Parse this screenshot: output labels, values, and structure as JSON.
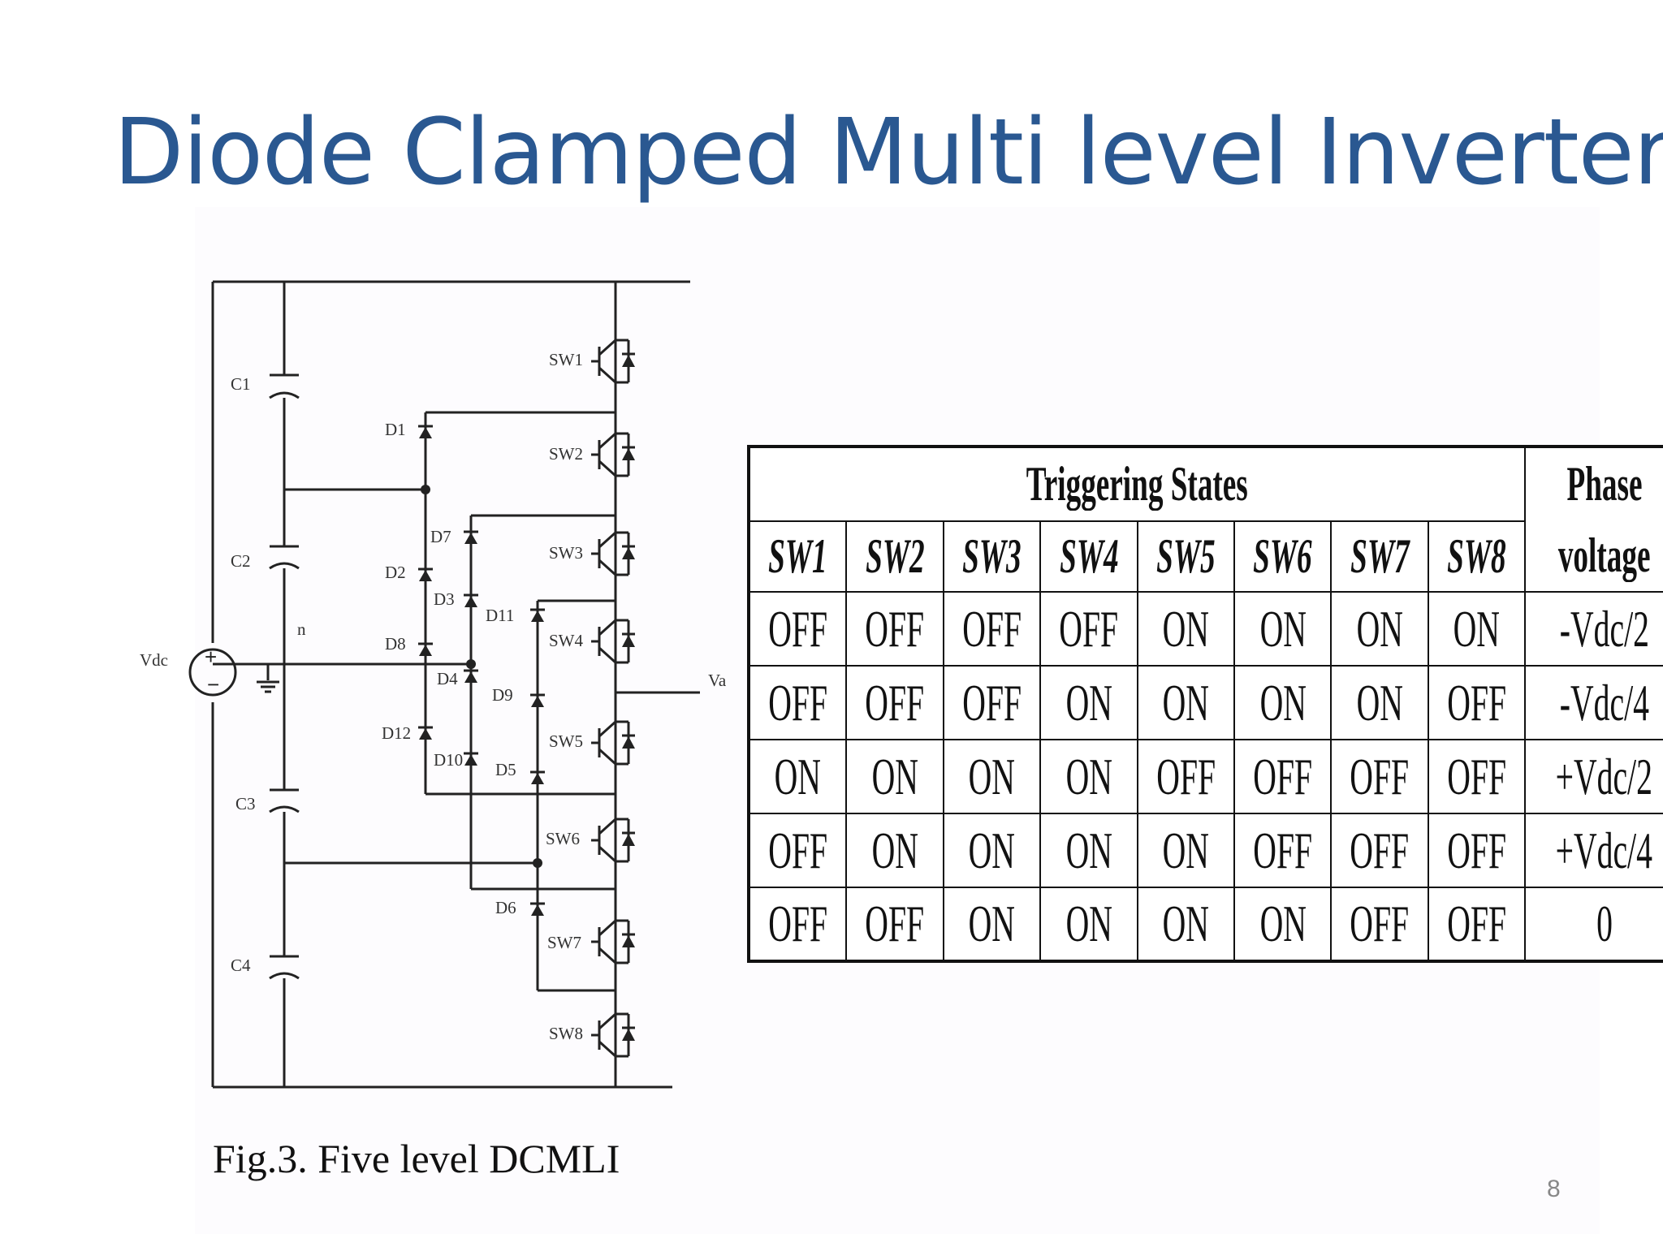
{
  "slide": {
    "title": "Diode Clamped Multi level Inverter",
    "page_number": "8"
  },
  "figure": {
    "caption": "Fig.3.  Five level DCMLI",
    "labels": {
      "source": "Vdc",
      "neutral": "n",
      "output": "Va",
      "capacitors": [
        "C1",
        "C2",
        "C3",
        "C4"
      ],
      "switches": [
        "SW1",
        "SW2",
        "SW3",
        "SW4",
        "SW5",
        "SW6",
        "SW7",
        "SW8"
      ],
      "diodes": [
        "D1",
        "D2",
        "D3",
        "D4",
        "D5",
        "D6",
        "D7",
        "D8",
        "D9",
        "D10",
        "D11",
        "D12"
      ]
    }
  },
  "table": {
    "group_header": "Triggering States",
    "phase_header_line1": "Phase",
    "phase_header_line2": "voltage",
    "columns": [
      "SW1",
      "SW2",
      "SW3",
      "SW4",
      "SW5",
      "SW6",
      "SW7",
      "SW8"
    ],
    "rows": [
      {
        "states": [
          "OFF",
          "OFF",
          "OFF",
          "OFF",
          "ON",
          "ON",
          "ON",
          "ON"
        ],
        "voltage": "-Vdc/2"
      },
      {
        "states": [
          "OFF",
          "OFF",
          "OFF",
          "ON",
          "ON",
          "ON",
          "ON",
          "OFF"
        ],
        "voltage": "-Vdc/4"
      },
      {
        "states": [
          "ON",
          "ON",
          "ON",
          "ON",
          "OFF",
          "OFF",
          "OFF",
          "OFF"
        ],
        "voltage": "+Vdc/2"
      },
      {
        "states": [
          "OFF",
          "ON",
          "ON",
          "ON",
          "ON",
          "OFF",
          "OFF",
          "OFF"
        ],
        "voltage": "+Vdc/4"
      },
      {
        "states": [
          "OFF",
          "OFF",
          "ON",
          "ON",
          "ON",
          "ON",
          "OFF",
          "OFF"
        ],
        "voltage": "0"
      }
    ]
  },
  "colors": {
    "title": "#2a5891",
    "ink": "#111111",
    "page_number": "#888888"
  }
}
